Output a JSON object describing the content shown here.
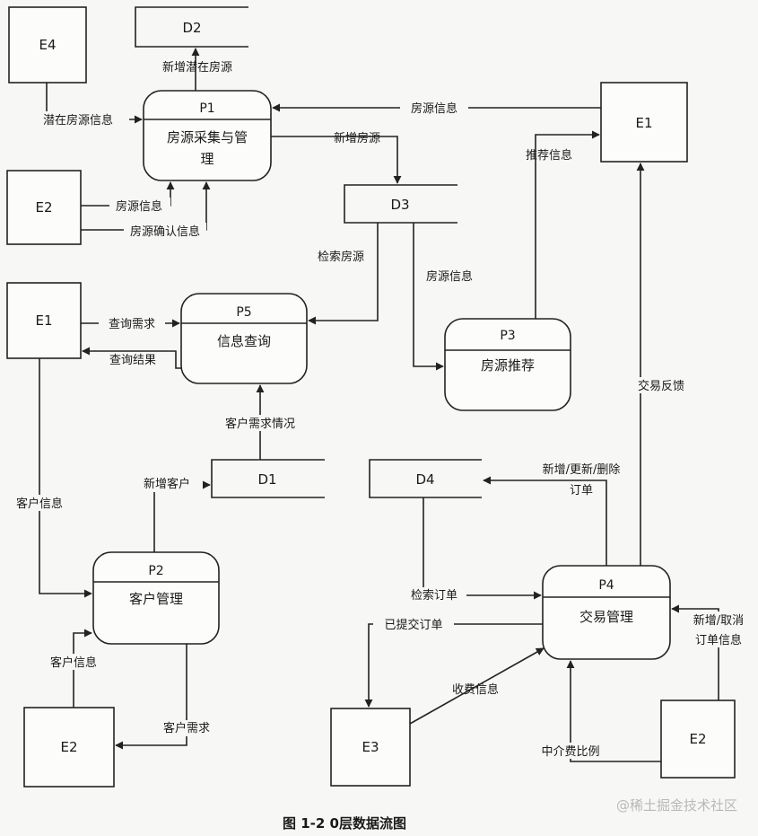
{
  "entities": {
    "e4": "E4",
    "e2_top": "E2",
    "e1_left": "E1",
    "e1_right": "E1",
    "e2_bottom_left": "E2",
    "e3": "E3",
    "e2_bottom_right": "E2"
  },
  "stores": {
    "d2": "D2",
    "d3": "D3",
    "d1": "D1",
    "d4": "D4"
  },
  "processes": {
    "p1": {
      "id": "P1",
      "name_line1": "房源采集与管",
      "name_line2": "理"
    },
    "p5": {
      "id": "P5",
      "name": "信息查询"
    },
    "p3": {
      "id": "P3",
      "name": "房源推荐"
    },
    "p2": {
      "id": "P2",
      "name": "客户管理"
    },
    "p4": {
      "id": "P4",
      "name": "交易管理"
    }
  },
  "flows": {
    "new_potential": "新增潜在房源",
    "potential_info": "潜在房源信息",
    "house_info_e1": "房源信息",
    "new_house": "新增房源",
    "house_info_e2": "房源信息",
    "house_confirm": "房源确认信息",
    "recommend_info": "推荐信息",
    "search_house": "检索房源",
    "house_info_d3": "房源信息",
    "query_req": "查询需求",
    "query_result": "查询结果",
    "customer_demand_situation": "客户需求情况",
    "new_customer": "新增客户",
    "customer_info_e1": "客户信息",
    "trade_feedback": "交易反馈",
    "order_update_line1": "新增/更新/删除",
    "order_update_line2": "订单",
    "search_order": "检索订单",
    "submitted_order": "已提交订单",
    "new_cancel_line1": "新增/取消",
    "new_cancel_line2": "订单信息",
    "customer_info_e2": "客户信息",
    "customer_demand": "客户需求",
    "fee_info": "收费信息",
    "agency_ratio": "中介费比例"
  },
  "caption": "图 1-2 0层数据流图",
  "watermark": "@稀土掘金技术社区"
}
